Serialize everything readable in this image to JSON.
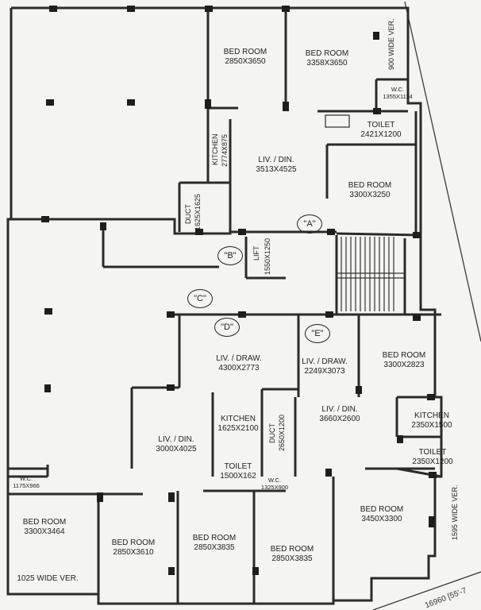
{
  "rooms": {
    "bed_top_left": {
      "name": "BED ROOM",
      "size": "2850X3650"
    },
    "bed_top_mid": {
      "name": "BED ROOM",
      "size": "3358X3650"
    },
    "wide_ver_top": "900 WIDE VER.",
    "wc_top": {
      "name": "W.C.",
      "size": "1355X1114"
    },
    "toilet_a": {
      "name": "TOILET",
      "size": "2421X1200"
    },
    "kitchen_a": {
      "name": "KITCHEN",
      "size": "2774X875"
    },
    "liv_a": {
      "name": "LIV. / DIN.",
      "size": "3513X4525"
    },
    "bed_a_right": {
      "name": "BED ROOM",
      "size": "3300X3250"
    },
    "duct_a": {
      "name": "DUCT",
      "size": "1625X1625"
    },
    "lift": {
      "name": "LIFT",
      "size": "1550X1250"
    },
    "liv_d": {
      "name": "LIV. / DRAW.",
      "size": "4300X2773"
    },
    "liv_e": {
      "name": "LIV. / DRAW.",
      "size": "2249X3073"
    },
    "bed_e": {
      "name": "BED ROOM",
      "size": "3300X2823"
    },
    "kitchen_d": {
      "name": "KITCHEN",
      "size": "1625X2100"
    },
    "duct_d": {
      "name": "DUCT",
      "size": "2650X1200"
    },
    "liv_din_e": {
      "name": "LIV. / DIN.",
      "size": "3660X2600"
    },
    "kitchen_e": {
      "name": "KITCHEN",
      "size": "2350X1500"
    },
    "toilet_e": {
      "name": "TOILET",
      "size": "2350X1200"
    },
    "liv_din_c": {
      "name": "LIV. / DIN.",
      "size": "3000X4025"
    },
    "toilet_d": {
      "name": "TOILET",
      "size": "1500X162"
    },
    "wc_d": {
      "name": "W.C.",
      "size": "1325X900"
    },
    "wc_c": {
      "name": "W.C.",
      "size": "1175X966"
    },
    "bed_c1": {
      "name": "BED ROOM",
      "size": "3300X3464"
    },
    "bed_c2": {
      "name": "BED ROOM",
      "size": "2850X3610"
    },
    "bed_d1": {
      "name": "BED ROOM",
      "size": "2850X3835"
    },
    "bed_d2": {
      "name": "BED ROOM",
      "size": "2850X3835"
    },
    "bed_e2": {
      "name": "BED ROOM",
      "size": "3450X3300"
    },
    "wide_ver_right": "1595 WIDE VER.",
    "wide_ver_bottom": "1025 WIDE VER."
  },
  "unit_tags": [
    "\"A\"",
    "\"B\"",
    "\"C\"",
    "\"D\"",
    "\"E\""
  ],
  "dimension_note": "16960 [55'-7"
}
